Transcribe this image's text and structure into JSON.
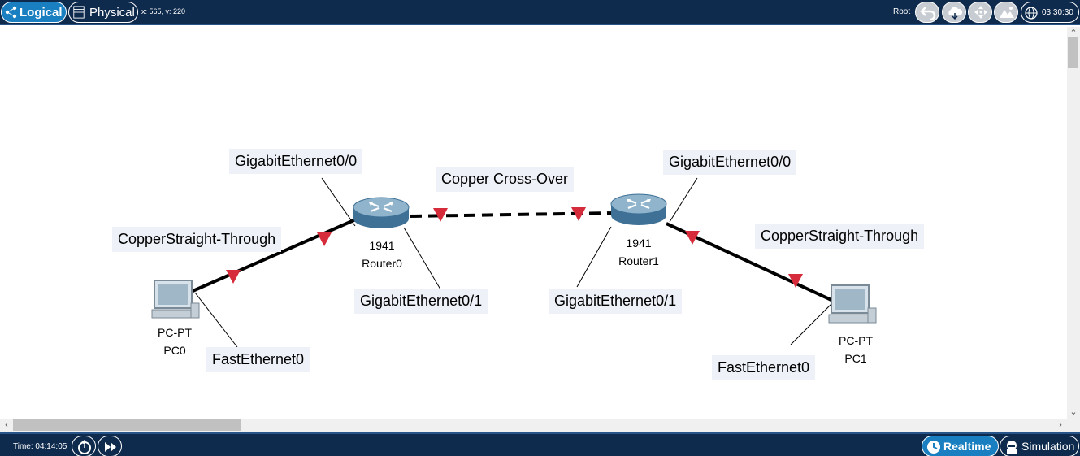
{
  "topbar": {
    "logical_label": "Logical",
    "physical_label": "Physical",
    "coords": "x: 565, y: 220",
    "root_label": "Root",
    "clock": "03:30:30"
  },
  "canvas": {
    "cable_labels": {
      "left_straight": "CopperStraight-Through",
      "cross_over": "Copper Cross-Over",
      "right_straight": "CopperStraight-Through"
    },
    "port_labels": {
      "r0_g00": "GigabitEthernet0/0",
      "r0_g01": "GigabitEthernet0/1",
      "r1_g00": "GigabitEthernet0/0",
      "r1_g01": "GigabitEthernet0/1",
      "pc0_fa0": "FastEthernet0",
      "pc1_fa0": "FastEthernet0"
    },
    "devices": {
      "router0": {
        "model": "1941",
        "name": "Router0"
      },
      "router1": {
        "model": "1941",
        "name": "Router1"
      },
      "pc0": {
        "model": "PC-PT",
        "name": "PC0"
      },
      "pc1": {
        "model": "PC-PT",
        "name": "PC1"
      }
    },
    "colors": {
      "link_marker": "#d62b3a",
      "router_body": "#5a8fb0",
      "pc_body": "#b8c4cc"
    }
  },
  "bottombar": {
    "time": "Time: 04:14:05",
    "realtime_label": "Realtime",
    "simulation_label": "Simulation"
  }
}
